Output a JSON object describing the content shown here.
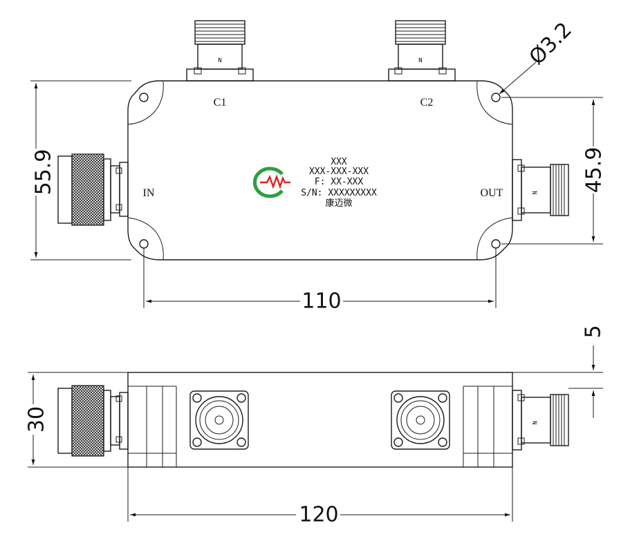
{
  "dimensions": {
    "overall_height": "55.9",
    "hole_spacing_vertical": "45.9",
    "hole_spacing_horizontal": "110",
    "hole_diameter": "Ø3.2",
    "overall_length": "120",
    "thickness": "30",
    "top_offset": "5"
  },
  "ports": {
    "c1": "C1",
    "c2": "C2",
    "input": "IN",
    "output": "OUT"
  },
  "label": {
    "line1": "XXX",
    "line2": "XXX-XXX-XXX",
    "line3": "F: XX-XXX",
    "line4": "S/N: XXXXXXXXX",
    "brand": "康迈微"
  },
  "connector_mark": "N",
  "colors": {
    "logo_green": "#2e9e44",
    "logo_red": "#e02020",
    "line": "#1a1a1a"
  }
}
